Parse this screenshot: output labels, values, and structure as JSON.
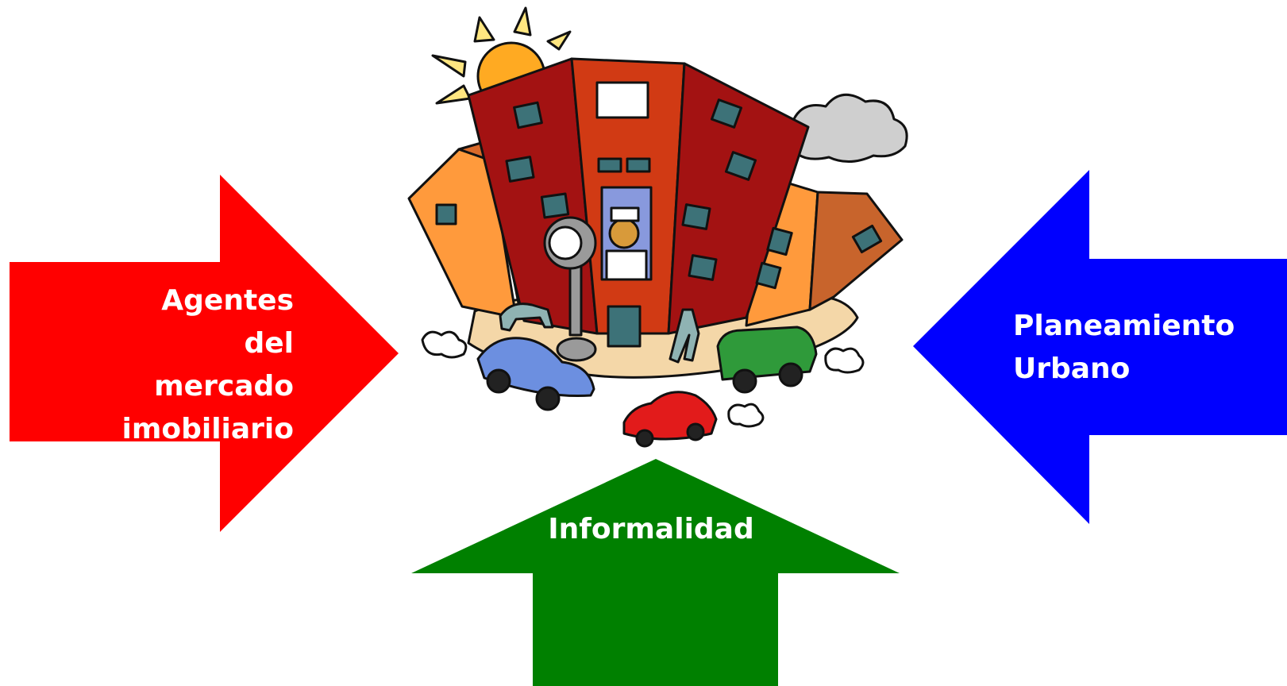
{
  "arrows": {
    "left": {
      "lines": [
        "Agentes del",
        "mercado",
        "imobiliario"
      ],
      "color": "#ff0000",
      "direction": "right"
    },
    "right": {
      "lines": [
        "Planeamiento",
        "Urbano"
      ],
      "color": "#0000ff",
      "direction": "left"
    },
    "bottom": {
      "lines": [
        "Informalidad"
      ],
      "color": "#008000",
      "direction": "up"
    }
  },
  "illustration": {
    "icon": "city-buildings-clipart-icon"
  }
}
